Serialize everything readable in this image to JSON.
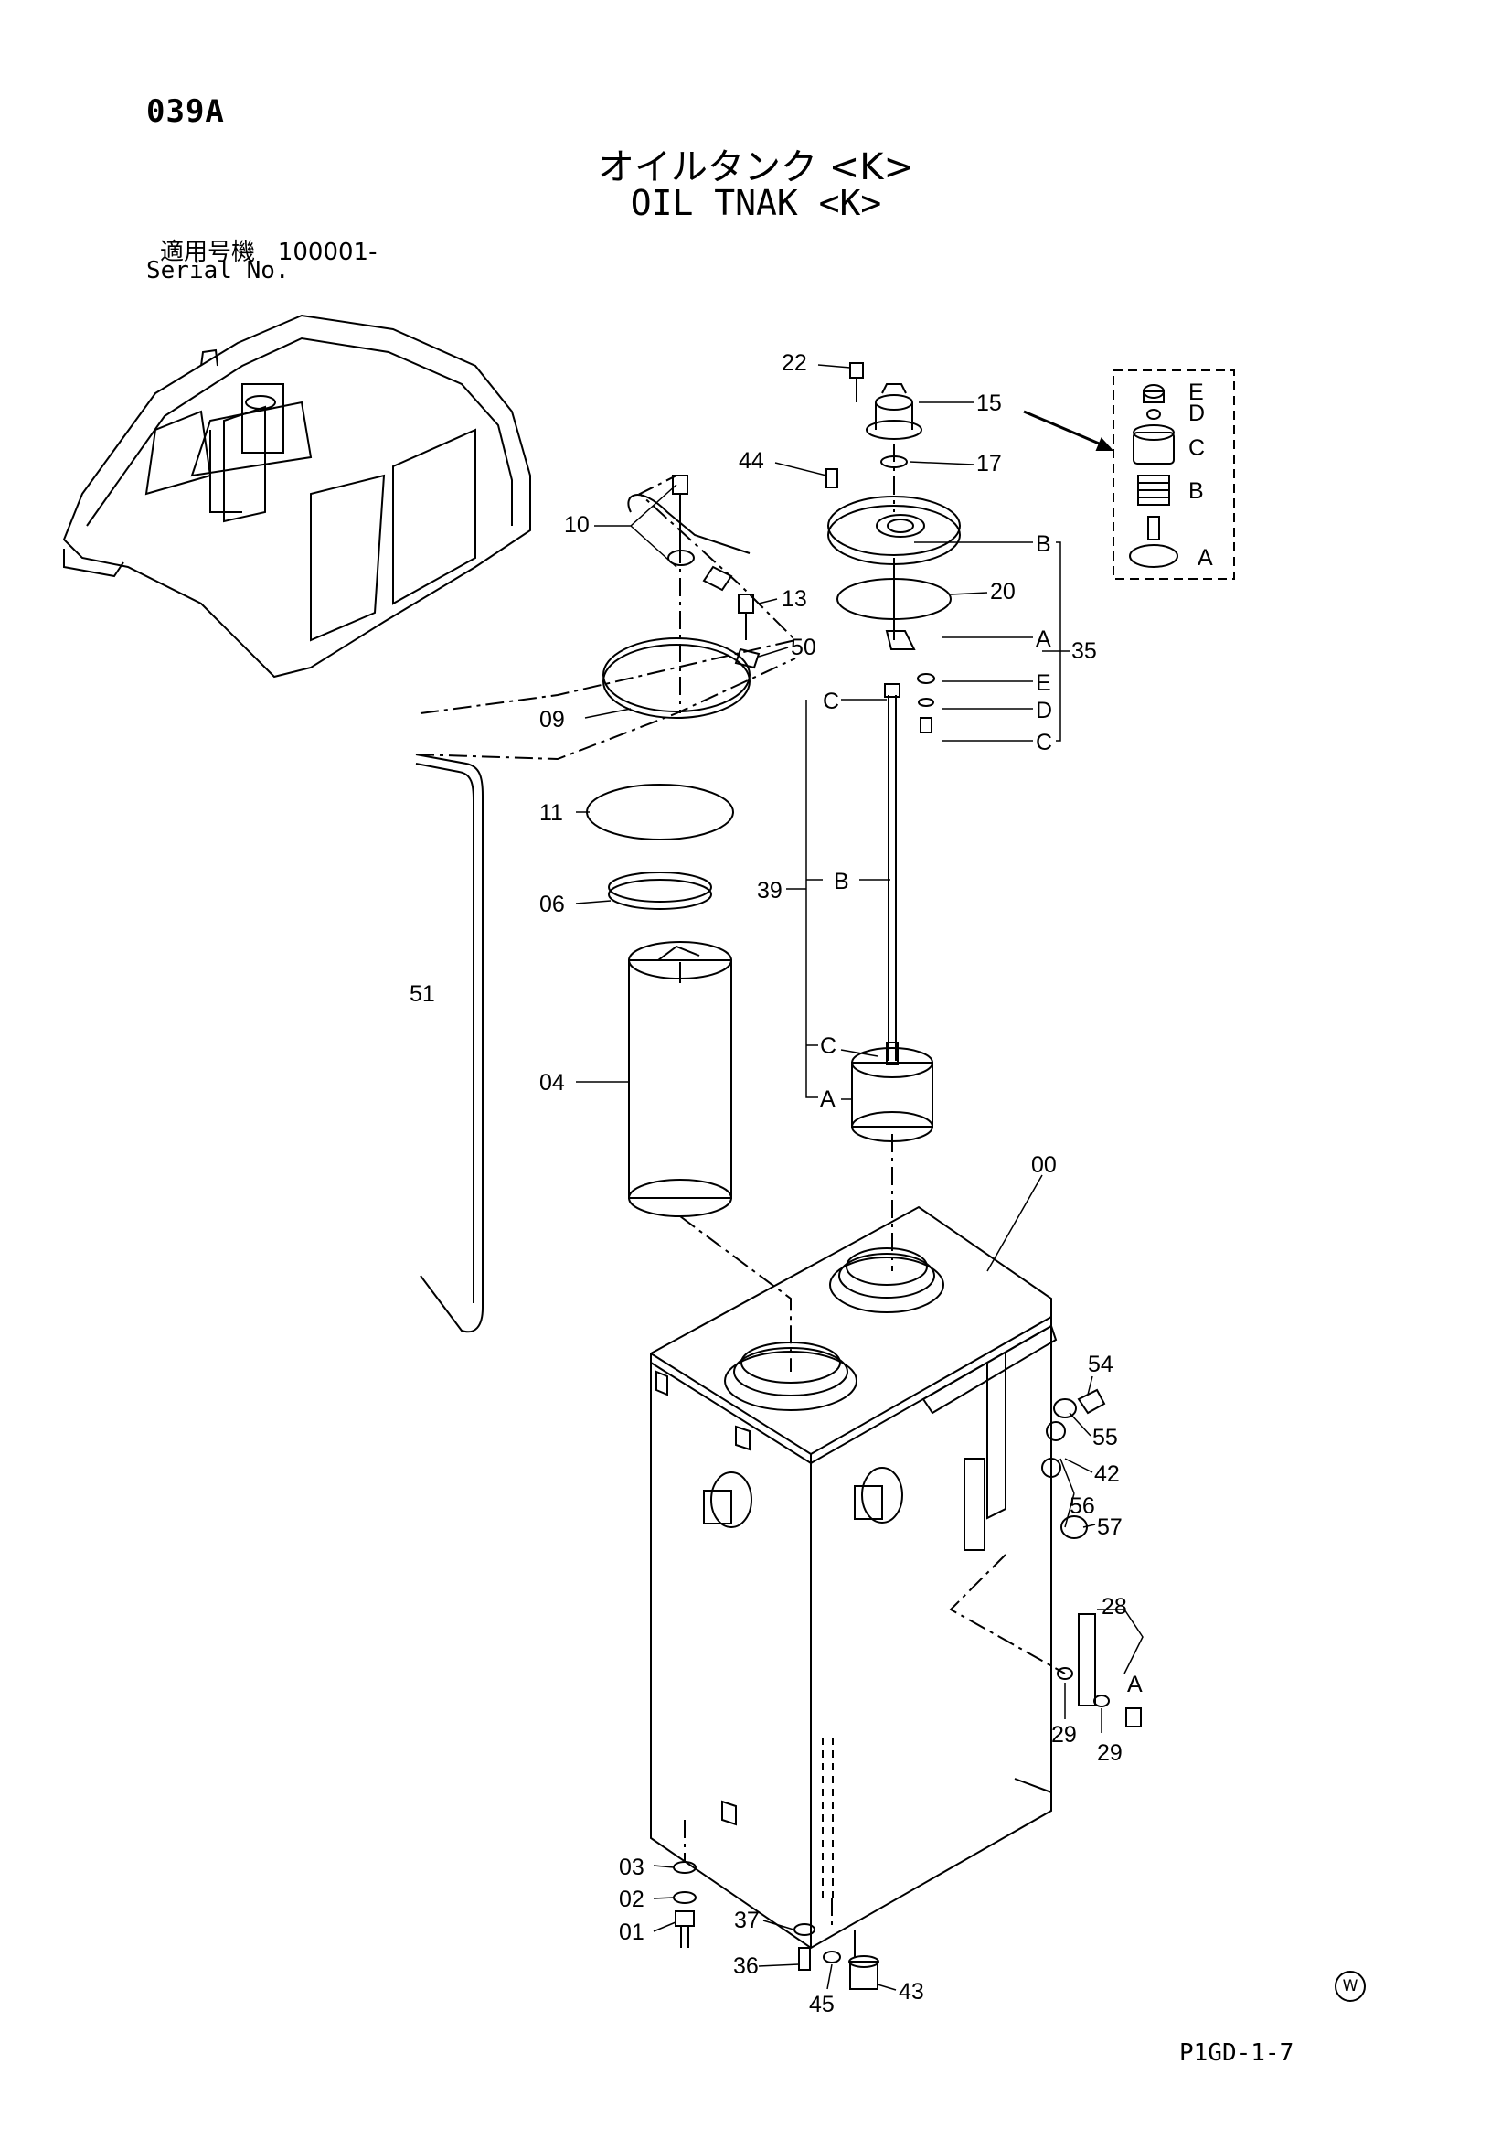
{
  "header": {
    "page_code": "039A",
    "title_jp": "オイルタンク <K>",
    "title_en": "OIL TNAK <K>",
    "serial_label_jp": "適用号機",
    "serial_value": "100001-",
    "serial_label_en": "Serial No."
  },
  "footer": {
    "page_ref": "P1GD-1-7",
    "mark": "W"
  },
  "callouts": {
    "p22": "22",
    "p15": "15",
    "p44": "44",
    "p17": "17",
    "p10": "10",
    "p13": "13",
    "p20": "20",
    "p35": "35",
    "p50": "50",
    "p09": "09",
    "p11": "11",
    "p06": "06",
    "p39": "39",
    "p51": "51",
    "p04": "04",
    "p00": "00",
    "p54": "54",
    "p55": "55",
    "p42": "42",
    "p56": "56",
    "p57": "57",
    "p28": "28",
    "p29a": "29",
    "p29b": "29",
    "p03": "03",
    "p02": "02",
    "p01": "01",
    "p37": "37",
    "p36": "36",
    "p45": "45",
    "p43": "43"
  },
  "sub_labels": {
    "inset_e": "E",
    "inset_d": "D",
    "inset_c": "C",
    "inset_b": "B",
    "inset_a": "A",
    "k35_b": "B",
    "k35_a": "A",
    "k35_e": "E",
    "k35_d": "D",
    "k35_c": "C",
    "k39_c_top": "C",
    "k39_b": "B",
    "k39_c_bot": "C",
    "k39_a": "A",
    "k28_a": "A"
  }
}
